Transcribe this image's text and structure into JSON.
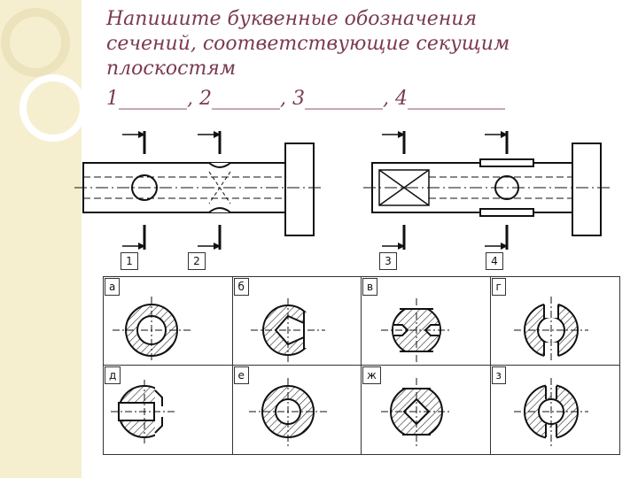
{
  "title": {
    "line1": "Напишите буквенные обозначения",
    "line2": "сечений, соответствующие секущим",
    "line3": "плоскостям",
    "blanks": "1_______, 2_______, 3________, 4__________"
  },
  "plane_numbers": [
    "1",
    "2",
    "3",
    "4"
  ],
  "sections": [
    {
      "label": "а",
      "icon": "section-a"
    },
    {
      "label": "б",
      "icon": "section-b"
    },
    {
      "label": "в",
      "icon": "section-v"
    },
    {
      "label": "г",
      "icon": "section-g"
    },
    {
      "label": "д",
      "icon": "section-d"
    },
    {
      "label": "е",
      "icon": "section-e"
    },
    {
      "label": "ж",
      "icon": "section-zh"
    },
    {
      "label": "з",
      "icon": "section-z"
    }
  ]
}
